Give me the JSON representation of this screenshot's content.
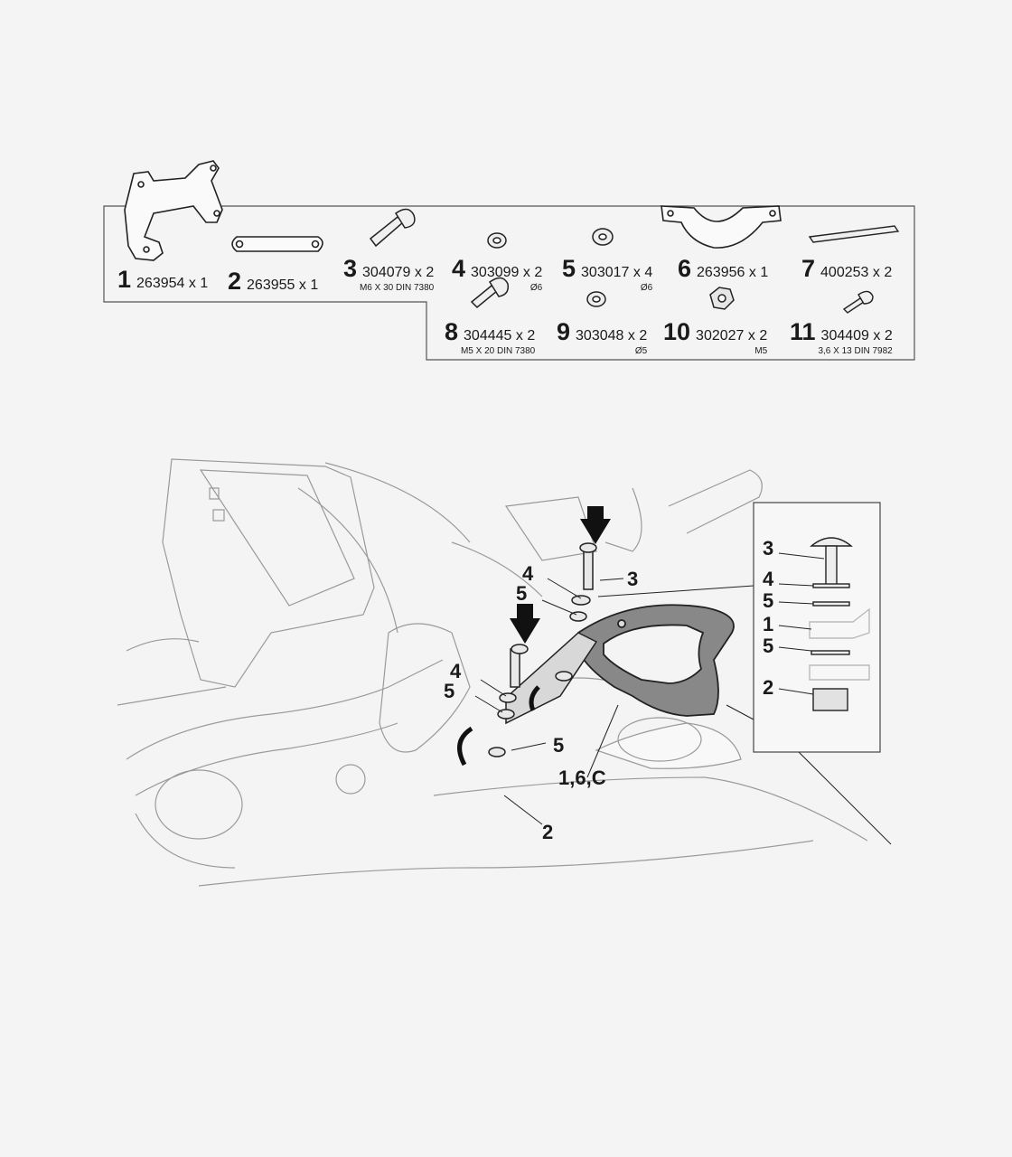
{
  "parts": [
    {
      "num": "1",
      "code": "263954 x 1",
      "spec": ""
    },
    {
      "num": "2",
      "code": "263955 x 1",
      "spec": ""
    },
    {
      "num": "3",
      "code": "304079 x 2",
      "spec": "M6 X 30 DIN 7380"
    },
    {
      "num": "4",
      "code": "303099 x 2",
      "spec": "Ø6"
    },
    {
      "num": "5",
      "code": "303017 x 4",
      "spec": "Ø6"
    },
    {
      "num": "6",
      "code": "263956 x 1",
      "spec": ""
    },
    {
      "num": "7",
      "code": "400253 x 2",
      "spec": ""
    },
    {
      "num": "8",
      "code": "304445 x 2",
      "spec": "M5 X 20 DIN 7380"
    },
    {
      "num": "9",
      "code": "303048 x 2",
      "spec": "Ø5"
    },
    {
      "num": "10",
      "code": "302027 x 2",
      "spec": "M5"
    },
    {
      "num": "11",
      "code": "304409 x 2",
      "spec": "3,6 X 13 DIN 7982"
    }
  ],
  "callouts": {
    "main": [
      "4",
      "5",
      "3",
      "4",
      "5",
      "5",
      "1,6,C",
      "2"
    ],
    "detail": [
      "3",
      "4",
      "5",
      "1",
      "5",
      "2"
    ]
  }
}
